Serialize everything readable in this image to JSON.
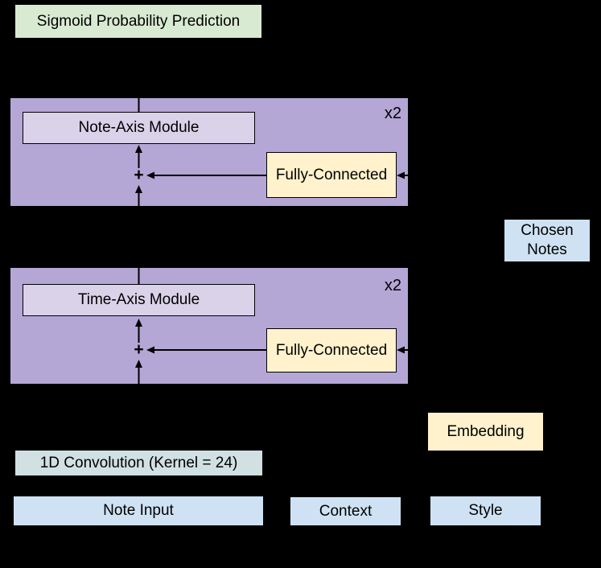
{
  "colors": {
    "background": "#000000",
    "output_green": "#d9ead3",
    "block_purple": "#b4a7d6",
    "module_lavender": "#d9d2e9",
    "fc_yellow": "#fff2cc",
    "io_blue": "#cfe2f3",
    "conv_cyan": "#d0e0e3",
    "line_black": "#000000"
  },
  "diagram": {
    "output_box": {
      "label": "Sigmoid Probability Prediction"
    },
    "blocks": [
      {
        "name": "note-axis",
        "repeat_label": "x2",
        "module_label": "Note-Axis Module",
        "fc_label": "Fully-Connected",
        "sum_symbol": "+"
      },
      {
        "name": "time-axis",
        "repeat_label": "x2",
        "module_label": "Time-Axis Module",
        "fc_label": "Fully-Connected",
        "sum_symbol": "+"
      }
    ],
    "chosen_notes_label": "Chosen\nNotes",
    "embedding_label": "Embedding",
    "conv_label": "1D Convolution (Kernel = 24)",
    "inputs": [
      {
        "label": "Note Input"
      },
      {
        "label": "Context"
      },
      {
        "label": "Style"
      }
    ]
  }
}
